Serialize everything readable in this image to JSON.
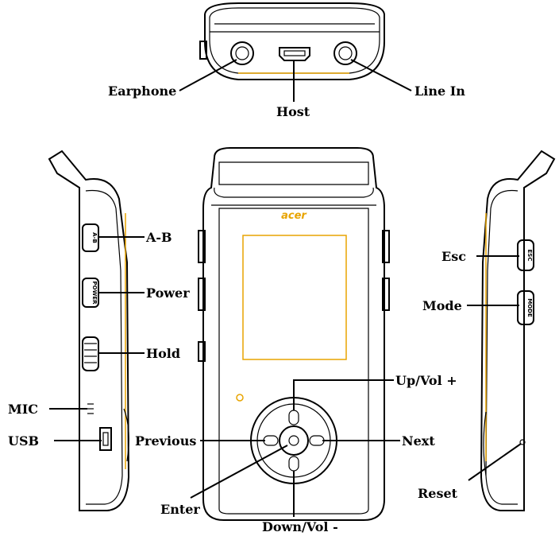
{
  "brand_logo": "acer",
  "labels": {
    "earphone": "Earphone",
    "host": "Host",
    "line_in": "Line In",
    "ab": "A-B",
    "power": "Power",
    "hold": "Hold",
    "mic": "MIC",
    "usb": "USB",
    "previous": "Previous",
    "enter": "Enter",
    "down_vol": "Down/Vol -",
    "up_vol": "Up/Vol +",
    "next": "Next",
    "esc": "Esc",
    "mode": "Mode",
    "reset": "Reset"
  },
  "button_text": {
    "ab": "A-B",
    "power": "POWER",
    "esc": "ESC",
    "mode": "MODE"
  },
  "colors": {
    "outline": "#000000",
    "accent": "#e8a400",
    "background": "#ffffff"
  }
}
